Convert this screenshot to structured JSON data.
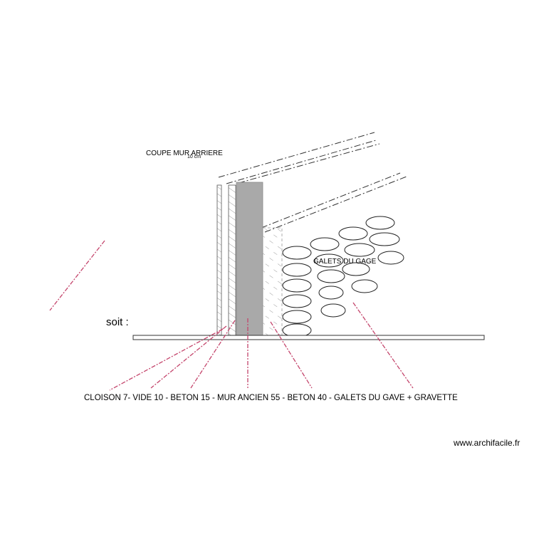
{
  "drawing": {
    "title": "COUPE MUR ARRIERE",
    "small_note": "10 cm",
    "galets_label": "GALETS DU GAGE",
    "soit_label": "soit :",
    "legend_text": "CLOISON 7- VIDE 10 - BETON 15 - MUR ANCIEN 55 -  BETON 40 -  GALETS DU GAVE + GRAVETTE",
    "watermark": "www.archifacile.fr"
  },
  "colors": {
    "leader": "#c4456c",
    "wall": "#a9a9a9",
    "outline": "#222222",
    "hatch": "#9a9a9a"
  },
  "icons": {
    "ground": "ground-slab",
    "hatch": "diagonal-hatch"
  }
}
